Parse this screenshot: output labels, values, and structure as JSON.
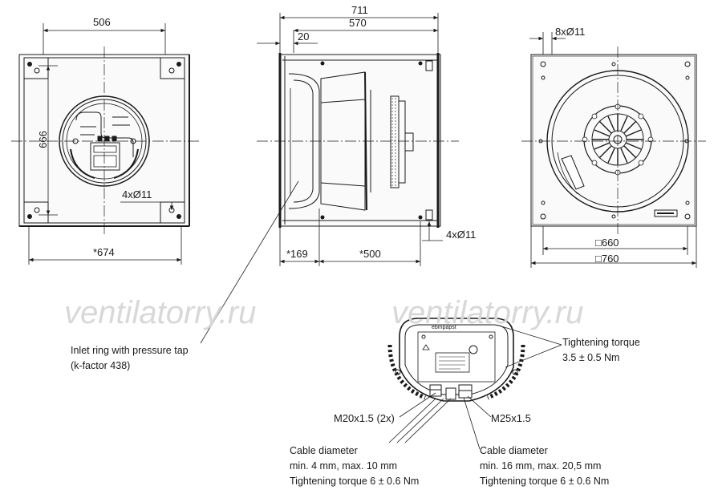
{
  "dimensions": {
    "front_width": "506",
    "front_height": "666",
    "front_overall": "*674",
    "front_holes": "4xØ11",
    "side_total": "711",
    "side_body": "570",
    "side_flange": "20",
    "side_inlet": "*169",
    "side_depth": "*500",
    "side_holes": "4xØ11",
    "back_holes": "8xØ11",
    "back_square_inner": "□660",
    "back_square_outer": "□760"
  },
  "watermarks": [
    "ventilatorry.ru",
    "ventilatorry.ru"
  ],
  "notes": {
    "inlet_line1": "Inlet ring with pressure tap",
    "inlet_line2": "(k-factor 438)",
    "torque_line1": "Tightening torque",
    "torque_line2": "3.5 ± 0.5 Nm",
    "m20": "M20x1.5 (2x)",
    "m25": "M25x1.5",
    "cable_small_1": "Cable diameter",
    "cable_small_2": "min. 4 mm, max. 10 mm",
    "cable_small_3": "Tightening torque 6 ± 0.6 Nm",
    "cable_large_1": "Cable diameter",
    "cable_large_2": "min. 16 mm, max. 20,5 mm",
    "cable_large_3": "Tightening torque 6 ± 0.6 Nm"
  },
  "brand_label": "ebmpapst",
  "colors": {
    "line": "#1a1a1a",
    "watermark": "#d8d8d8",
    "fill": "#f2f2f2"
  }
}
